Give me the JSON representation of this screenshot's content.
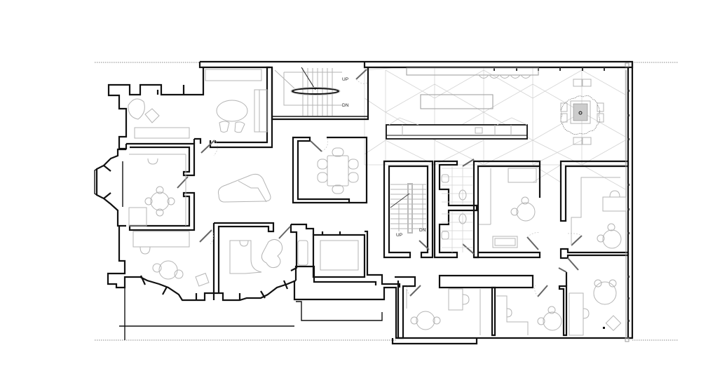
{
  "drawing": {
    "type": "architectural floor plan",
    "background": "#ffffff",
    "wall_color": "#111111",
    "furniture_color": "#b4b4b4"
  },
  "labels": {
    "stair_north_up": "UP",
    "stair_north_down": "DN",
    "stair_central_up": "UP",
    "stair_central_down": "DN"
  },
  "rooms": [
    {
      "id": "lounge-north-west",
      "furniture": [
        "oval table",
        "sofa",
        "two lounge chairs",
        "armchair",
        "side table",
        "console"
      ]
    },
    {
      "id": "bay-window-office",
      "furniture": [
        "round table",
        "four chairs",
        "desk chair"
      ]
    },
    {
      "id": "bay-office-south-west",
      "furniture": [
        "round table",
        "chairs",
        "armchair",
        "console"
      ]
    },
    {
      "id": "office-south",
      "furniture": [
        "L-shaped desk",
        "chairs"
      ]
    },
    {
      "id": "north-stair",
      "furniture": [
        "stair",
        "handrail"
      ]
    },
    {
      "id": "meeting-room",
      "furniture": [
        "square table",
        "six chairs"
      ]
    },
    {
      "id": "lobby",
      "furniture": [
        "sculptural bench"
      ]
    },
    {
      "id": "elevator-lobby",
      "furniture": [
        "lift"
      ]
    },
    {
      "id": "open-kitchen-lounge",
      "furniture": [
        "long banquette",
        "bar stools",
        "island",
        "kitchen counter",
        "dining table",
        "rug",
        "eight chairs"
      ]
    },
    {
      "id": "central-stair",
      "furniture": [
        "stair"
      ]
    },
    {
      "id": "restroom-1",
      "furniture": [
        "wc",
        "sink"
      ]
    },
    {
      "id": "restroom-2",
      "furniture": [
        "wc",
        "sink"
      ]
    },
    {
      "id": "office-center",
      "furniture": [
        "desk",
        "round table",
        "chairs"
      ]
    },
    {
      "id": "office-east",
      "furniture": [
        "L-shaped desk",
        "round table",
        "chairs"
      ]
    },
    {
      "id": "office-south-east-1",
      "furniture": [
        "desk",
        "round table"
      ]
    },
    {
      "id": "office-south-east-2",
      "furniture": [
        "L-shaped desk",
        "round table"
      ]
    },
    {
      "id": "office-south-east-corner",
      "furniture": [
        "desk",
        "round table",
        "armchair"
      ]
    }
  ]
}
